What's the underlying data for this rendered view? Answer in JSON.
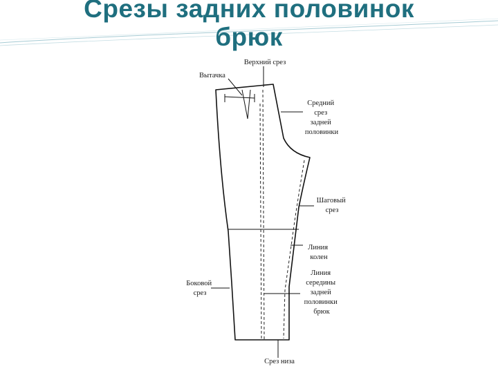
{
  "slide": {
    "title_line_1": "Срезы задних половинок",
    "title_line_2": "брюк"
  },
  "diagram": {
    "labels": {
      "top_edge": "Верхний срез",
      "dart": "Вытачка",
      "center_seam": [
        "Средний",
        "срез",
        "задней",
        "половинки"
      ],
      "inseam": [
        "Шаговый",
        "срез"
      ],
      "knee_line": [
        "Линия",
        "колен"
      ],
      "center_line": [
        "Линия",
        "середины",
        "задней",
        "половинки",
        "брюк"
      ],
      "side_seam": [
        "Боковой",
        "срез"
      ],
      "hem": "Срез низа"
    }
  },
  "colors": {
    "title": "#1f6f7f",
    "swoosh": "#7fb3c0",
    "lines": "#111111"
  }
}
